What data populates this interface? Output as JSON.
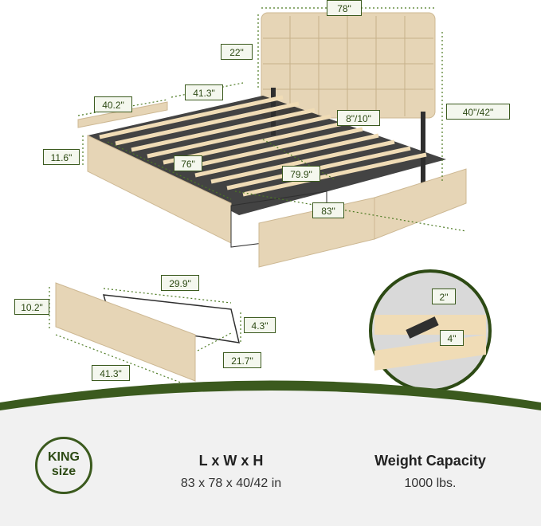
{
  "colors": {
    "accent": "#3b5a1e",
    "fabric": "#e6d5b6",
    "frame": "#2f2f2f",
    "slat": "#f0dcb6",
    "bg_band": "#f0f0f0"
  },
  "bed_dims": {
    "headboard_width": "78\"",
    "headboard_height": "22\"",
    "total_height": "40\"/42\"",
    "adjust_height": "8\"/10\"",
    "left_side_drawer": "40.2\"",
    "right_side_drawer": "41.3\"",
    "side_height": "11.6\"",
    "inner_length": "76\"",
    "inner_width": "79.9\"",
    "overall_length": "83\""
  },
  "drawer_dims": {
    "depth_top": "29.9\"",
    "front_height": "10.2\"",
    "basket_height": "4.3\"",
    "basket_depth": "21.7\"",
    "front_width": "41.3\""
  },
  "slat_dims": {
    "slat_thickness": "2\"",
    "slat_width": "4\""
  },
  "specs": {
    "badge_line1": "KING",
    "badge_line2": "size",
    "size_title": "L x W x H",
    "size_value": "83 x 78 x 40/42 in",
    "weight_title": "Weight Capacity",
    "weight_value": "1000 lbs."
  }
}
